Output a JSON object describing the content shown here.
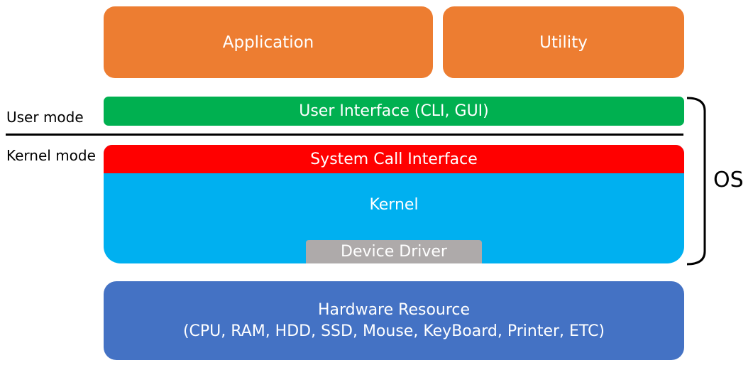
{
  "layers": {
    "application": "Application",
    "utility": "Utility",
    "user_interface": "User Interface (CLI, GUI)",
    "system_call_interface": "System Call Interface",
    "kernel": "Kernel",
    "device_driver": "Device Driver",
    "hardware_line1": "Hardware Resource",
    "hardware_line2": "(CPU, RAM, HDD, SSD, Mouse, KeyBoard, Printer, ETC)"
  },
  "modes": {
    "user": "User mode",
    "kernel": "Kernel mode"
  },
  "os_label": "OS",
  "colors": {
    "orange": "#ED7D31",
    "green": "#00B050",
    "red": "#FF0000",
    "sky_blue": "#00B0F0",
    "gray": "#AEAAAA",
    "blue": "#4472C4",
    "black": "#000000"
  }
}
